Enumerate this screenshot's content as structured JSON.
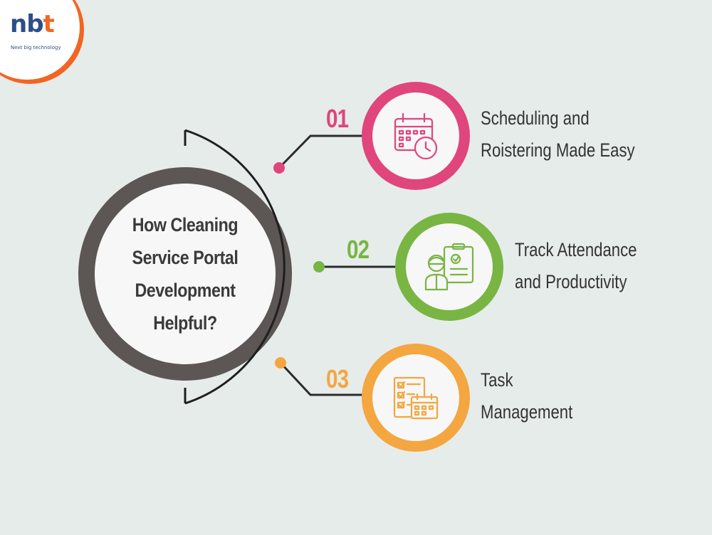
{
  "logo": {
    "mark_main": "nb",
    "mark_accent": "t",
    "tagline": "Next big technology"
  },
  "hub": {
    "title": "How Cleaning Service Portal Development Helpful?"
  },
  "items": [
    {
      "number": "01",
      "line1": "Scheduling and",
      "line2": "Roistering Made Easy",
      "color": "#e0457b",
      "icon": "calendar-clock-icon"
    },
    {
      "number": "02",
      "line1": "Track Attendance",
      "line2": "and Productivity",
      "color": "#78b543",
      "icon": "worker-checklist-icon"
    },
    {
      "number": "03",
      "line1": "Task",
      "line2": "Management",
      "color": "#f4a640",
      "icon": "task-calendar-icon"
    }
  ],
  "colors": {
    "background": "#e6ecea",
    "hub_ring": "#5c5655",
    "logo_blue": "#2d4f86",
    "logo_orange": "#f26522"
  }
}
